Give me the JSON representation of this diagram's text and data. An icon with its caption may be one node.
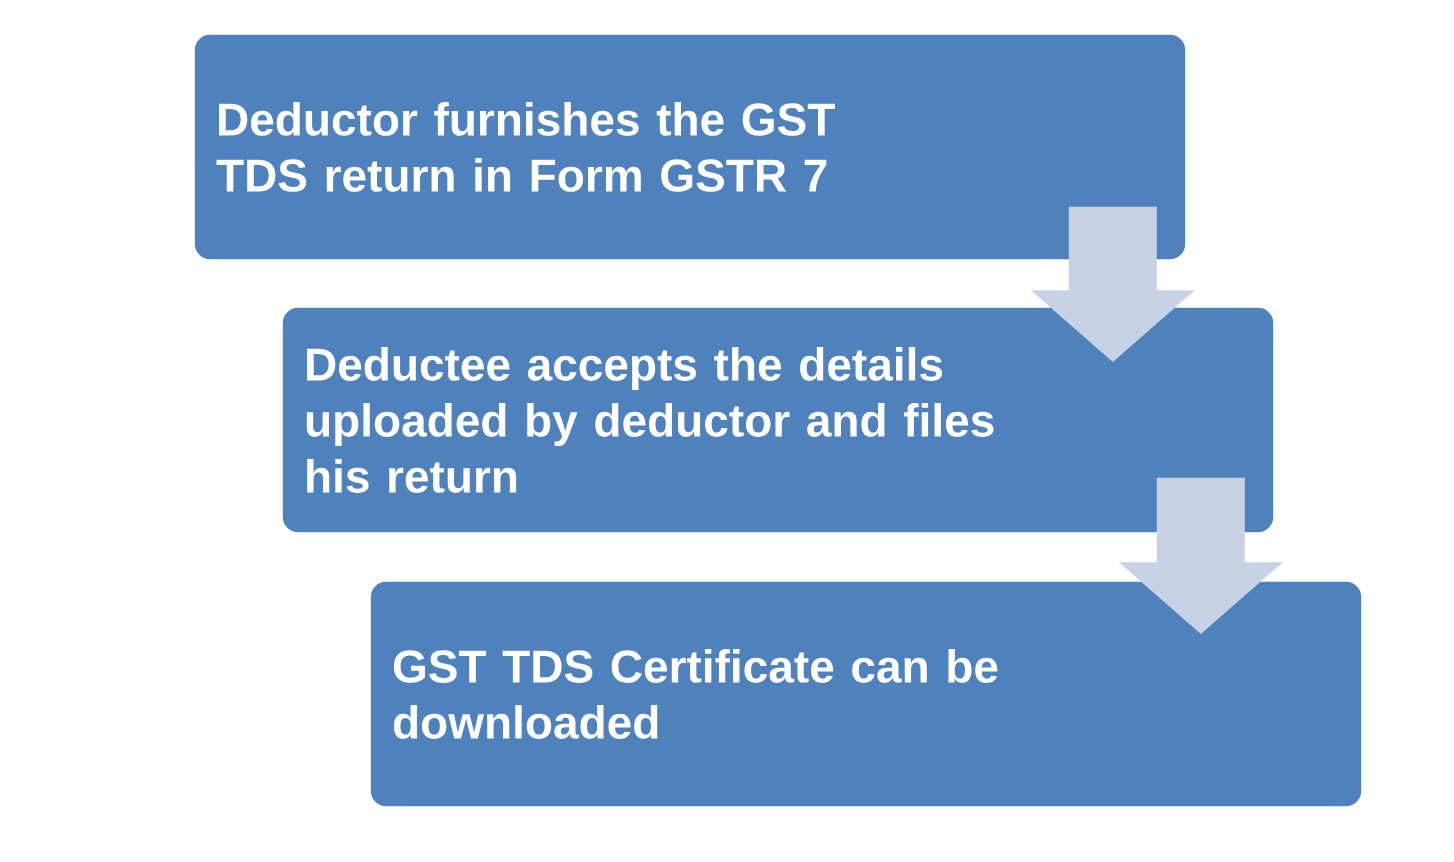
{
  "diagram": {
    "nodes": [
      {
        "text": [
          "Deductor furnishes the GST TDS return in Form GSTR 7"
        ]
      },
      {
        "text": [
          "Deductee accepts the details uploaded by deductor and files his return"
        ]
      },
      {
        "text": [
          "GST TDS Certificate can be downloaded"
        ]
      }
    ],
    "edges": [
      {
        "from": 0,
        "to": 1,
        "arrow": "to"
      },
      {
        "from": 1,
        "to": 2,
        "arrow": "to"
      }
    ]
  }
}
